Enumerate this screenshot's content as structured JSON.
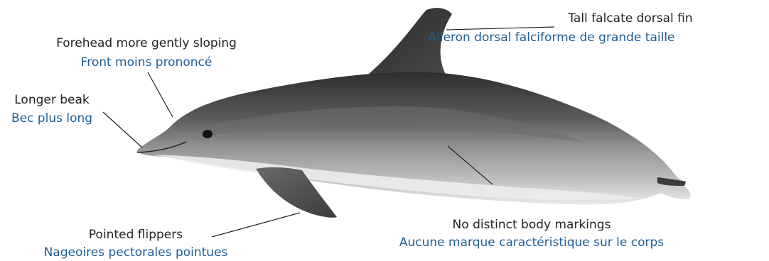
{
  "colors": {
    "english_text": "#222222",
    "french_text": "#1d5d97",
    "leader_line": "#222222",
    "dolphin_back": "#3a3a3a",
    "dolphin_flank": "#8c8c8c",
    "dolphin_belly": "#e6e6e6"
  },
  "illustration": "striped-dolphin-side-view",
  "annotations": {
    "dorsal_fin": {
      "en": "Tall falcate dorsal fin",
      "fr": "Aileron dorsal falciforme de grande taille"
    },
    "forehead": {
      "en": "Forehead more gently sloping",
      "fr": "Front moins prononcé"
    },
    "beak": {
      "en": "Longer beak",
      "fr": "Bec plus long"
    },
    "flippers": {
      "en": "Pointed flippers",
      "fr": "Nageoires pectorales pointues"
    },
    "body": {
      "en": "No distinct body markings",
      "fr": "Aucune marque caractéristique sur le corps"
    }
  }
}
